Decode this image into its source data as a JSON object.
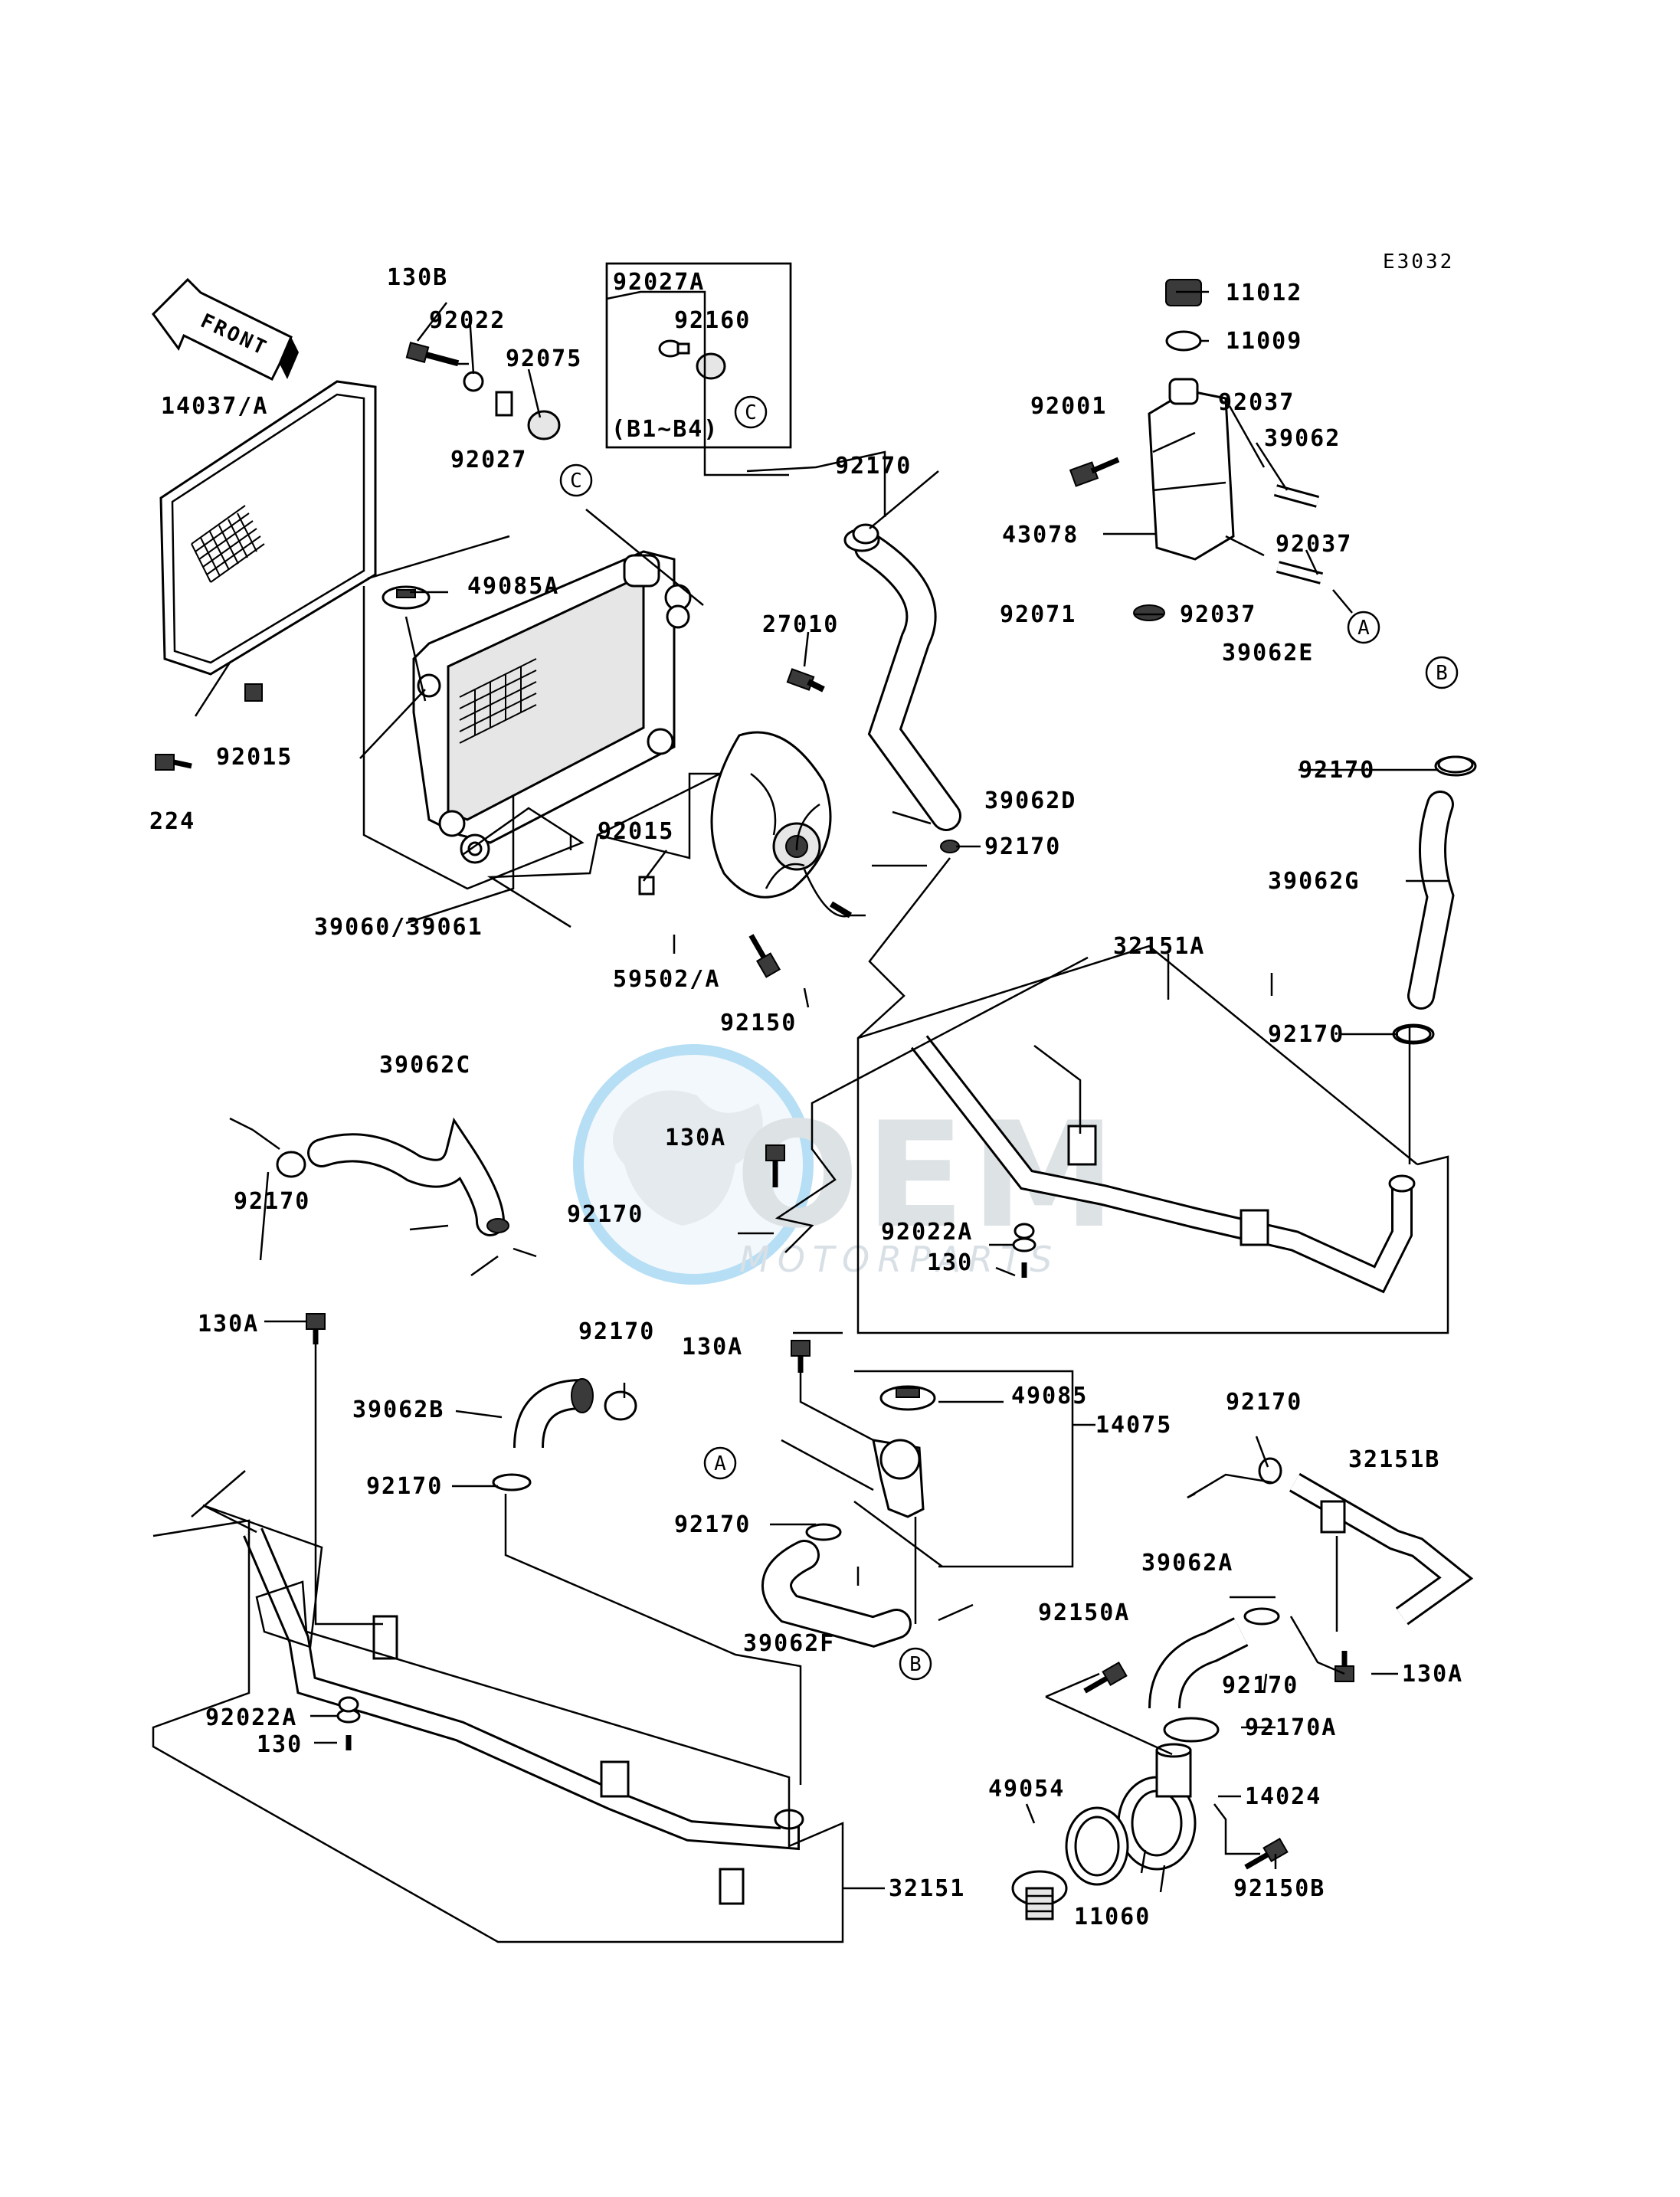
{
  "diagram": {
    "ref_code": "E3032",
    "front_label": "FRONT",
    "watermark": {
      "brand": "OEM",
      "sub": "MOTORPARTS"
    },
    "inset_variant": "(B1~B4)",
    "callouts": [
      {
        "id": "130B",
        "text": "130B"
      },
      {
        "id": "92022",
        "text": "92022"
      },
      {
        "id": "92075",
        "text": "92075"
      },
      {
        "id": "92027",
        "text": "92027"
      },
      {
        "id": "92027A",
        "text": "92027A"
      },
      {
        "id": "92160",
        "text": "92160"
      },
      {
        "id": "14037A",
        "text": "14037/A"
      },
      {
        "id": "49085A",
        "text": "49085A"
      },
      {
        "id": "27010",
        "text": "27010"
      },
      {
        "id": "92015a",
        "text": "92015"
      },
      {
        "id": "224",
        "text": "224"
      },
      {
        "id": "39060",
        "text": "39060/39061"
      },
      {
        "id": "92015b",
        "text": "92015"
      },
      {
        "id": "59502",
        "text": "59502/A"
      },
      {
        "id": "92150",
        "text": "92150"
      },
      {
        "id": "92170a",
        "text": "92170"
      },
      {
        "id": "39062D",
        "text": "39062D"
      },
      {
        "id": "92170b",
        "text": "92170"
      },
      {
        "id": "11012",
        "text": "11012"
      },
      {
        "id": "11009",
        "text": "11009"
      },
      {
        "id": "92001",
        "text": "92001"
      },
      {
        "id": "92037a",
        "text": "92037"
      },
      {
        "id": "39062",
        "text": "39062"
      },
      {
        "id": "43078",
        "text": "43078"
      },
      {
        "id": "92037b",
        "text": "92037"
      },
      {
        "id": "92071",
        "text": "92071"
      },
      {
        "id": "92037c",
        "text": "92037"
      },
      {
        "id": "39062E",
        "text": "39062E"
      },
      {
        "id": "92170c",
        "text": "92170"
      },
      {
        "id": "39062G",
        "text": "39062G"
      },
      {
        "id": "92170d",
        "text": "92170"
      },
      {
        "id": "32151A",
        "text": "32151A"
      },
      {
        "id": "39062C",
        "text": "39062C"
      },
      {
        "id": "92170e",
        "text": "92170"
      },
      {
        "id": "92170f",
        "text": "92170"
      },
      {
        "id": "130Aa",
        "text": "130A"
      },
      {
        "id": "92022Aa",
        "text": "92022A"
      },
      {
        "id": "130a",
        "text": "130"
      },
      {
        "id": "130Ab",
        "text": "130A"
      },
      {
        "id": "92170g",
        "text": "92170"
      },
      {
        "id": "39062B",
        "text": "39062B"
      },
      {
        "id": "92170h",
        "text": "92170"
      },
      {
        "id": "130Ac",
        "text": "130A"
      },
      {
        "id": "49085",
        "text": "49085"
      },
      {
        "id": "14075",
        "text": "14075"
      },
      {
        "id": "92170i",
        "text": "92170"
      },
      {
        "id": "39062F",
        "text": "39062F"
      },
      {
        "id": "92170j",
        "text": "92170"
      },
      {
        "id": "32151B",
        "text": "32151B"
      },
      {
        "id": "39062A",
        "text": "39062A"
      },
      {
        "id": "92150A",
        "text": "92150A"
      },
      {
        "id": "92170k",
        "text": "92170"
      },
      {
        "id": "130Ad",
        "text": "130A"
      },
      {
        "id": "92170A",
        "text": "92170A"
      },
      {
        "id": "92022Ab",
        "text": "92022A"
      },
      {
        "id": "130b",
        "text": "130"
      },
      {
        "id": "49054",
        "text": "49054"
      },
      {
        "id": "14024",
        "text": "14024"
      },
      {
        "id": "11060",
        "text": "11060"
      },
      {
        "id": "92150B",
        "text": "92150B"
      },
      {
        "id": "32151",
        "text": "32151"
      }
    ],
    "markers": [
      {
        "id": "C1",
        "text": "C"
      },
      {
        "id": "C2",
        "text": "C"
      },
      {
        "id": "A1",
        "text": "A"
      },
      {
        "id": "B1",
        "text": "B"
      },
      {
        "id": "A2",
        "text": "A"
      },
      {
        "id": "B2",
        "text": "B"
      }
    ]
  }
}
